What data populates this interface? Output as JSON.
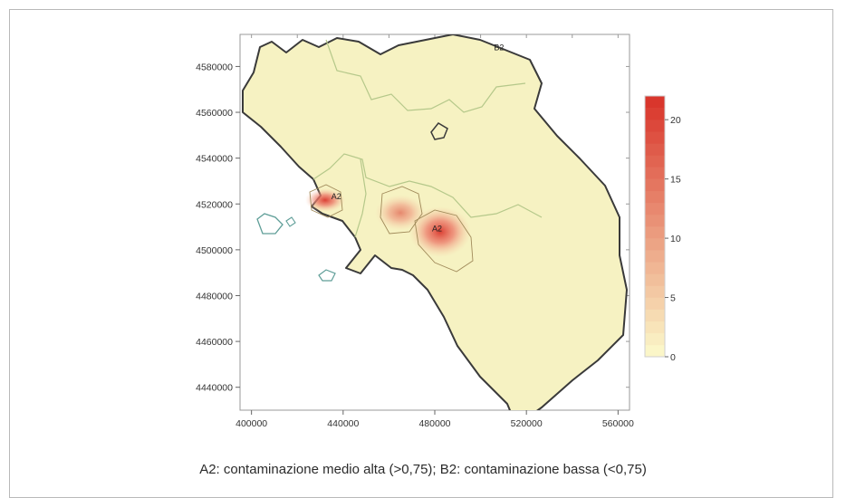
{
  "figure": {
    "caption": "A2: contaminazione medio alta (>0,75); B2: contaminazione bassa (<0,75)"
  },
  "chart_data": {
    "type": "heatmap",
    "x_ticks": [
      "400000",
      "440000",
      "480000",
      "520000",
      "560000"
    ],
    "x_values": [
      400000,
      440000,
      480000,
      520000,
      560000
    ],
    "y_ticks": [
      "4580000",
      "4560000",
      "4540000",
      "4520000",
      "4500000",
      "4480000",
      "4460000",
      "4440000"
    ],
    "y_values": [
      4580000,
      4560000,
      4540000,
      4520000,
      4500000,
      4480000,
      4460000,
      4440000
    ],
    "xlim": [
      395000,
      565000
    ],
    "ylim": [
      4430000,
      4594000
    ],
    "colorbar": {
      "ticks": [
        "20",
        "15",
        "10",
        "5",
        "0"
      ],
      "values": [
        20,
        15,
        10,
        5,
        0
      ],
      "range": [
        0,
        22
      ],
      "color_low": "#fbf6c8",
      "color_high": "#d9362c"
    },
    "zone_labels": [
      {
        "text": "A2",
        "x": 437000,
        "y": 4522000
      },
      {
        "text": "A2",
        "x": 481000,
        "y": 4508000
      },
      {
        "text": "B2",
        "x": 508000,
        "y": 4587000
      }
    ],
    "hotspots": [
      {
        "x": 437000,
        "y": 4519000,
        "peak": 21
      },
      {
        "x": 482000,
        "y": 4508000,
        "peak": 19
      },
      {
        "x": 467000,
        "y": 4514000,
        "peak": 9
      }
    ],
    "colors": {
      "region_fill": "#f6f2c2",
      "boundary": "#3a3a3a",
      "internal_boundary": "#b5c88a",
      "island_outline": "#5f9e98"
    }
  }
}
